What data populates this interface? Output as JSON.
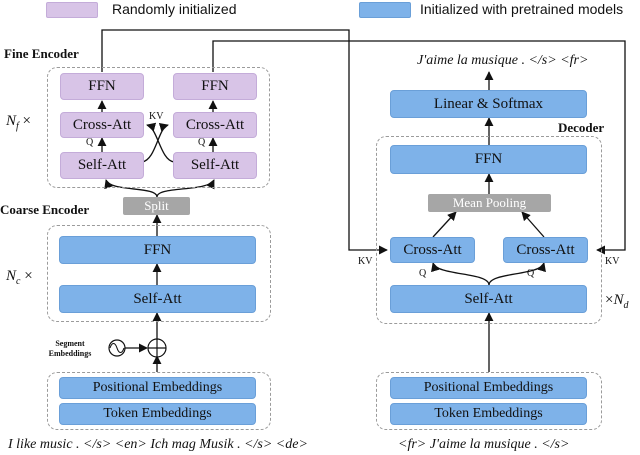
{
  "legend": {
    "random_label": "Randomly initialized",
    "pretrained_label": "Initialized with pretrained models",
    "random_color": "#d8c4e7",
    "pretrained_color": "#7eb2e9"
  },
  "encoder": {
    "fine_title": "Fine Encoder",
    "coarse_title": "Coarse Encoder",
    "nf_base": "N",
    "nf_sub": "f",
    "nc_base": "N",
    "nc_sub": "c",
    "times": "×",
    "ffn": "FFN",
    "cross_att": "Cross-Att",
    "self_att": "Self-Att",
    "split": "Split",
    "kv": "KV",
    "q": "Q",
    "segment_emb": "Segment Embeddings",
    "positional_emb": "Positional Embeddings",
    "token_emb": "Token Embeddings",
    "input_text": "I like music . </s> <en> Ich mag Musik . </s> <de>"
  },
  "decoder": {
    "title": "Decoder",
    "output_text": "J'aime la musique . </s> <fr>",
    "linear_softmax": "Linear & Softmax",
    "ffn": "FFN",
    "mean_pooling": "Mean Pooling",
    "cross_att": "Cross-Att",
    "self_att": "Self-Att",
    "kv": "KV",
    "q": "Q",
    "nd_base": "N",
    "nd_sub": "d",
    "times": "×",
    "positional_emb": "Positional Embeddings",
    "token_emb": "Token Embeddings",
    "input_text": "<fr> J'aime la musique . </s>"
  }
}
